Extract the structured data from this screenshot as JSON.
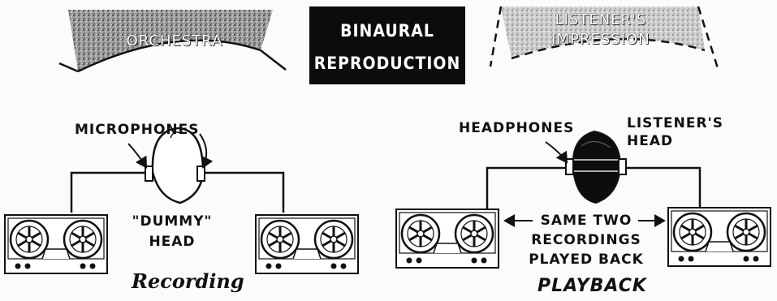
{
  "title": {
    "line1": "BINAURAL",
    "line2": "REPRODUCTION"
  },
  "orchestra_label": "ORCHESTRA",
  "impression_label": {
    "line1": "LISTENER'S",
    "line2": "IMPRESSION"
  },
  "recording": {
    "microphones_label": "MICROPHONES",
    "dummy_head_label": {
      "line1": "\"DUMMY\"",
      "line2": "HEAD"
    },
    "caption": "Recording"
  },
  "playback": {
    "headphones_label": "HEADPHONES",
    "listener_head_label": {
      "line1": "LISTENER'S",
      "line2": "HEAD"
    },
    "note": {
      "line1": "SAME TWO",
      "line2": "RECORDINGS",
      "line3": "PLAYED BACK"
    },
    "caption": "PLAYBACK"
  }
}
